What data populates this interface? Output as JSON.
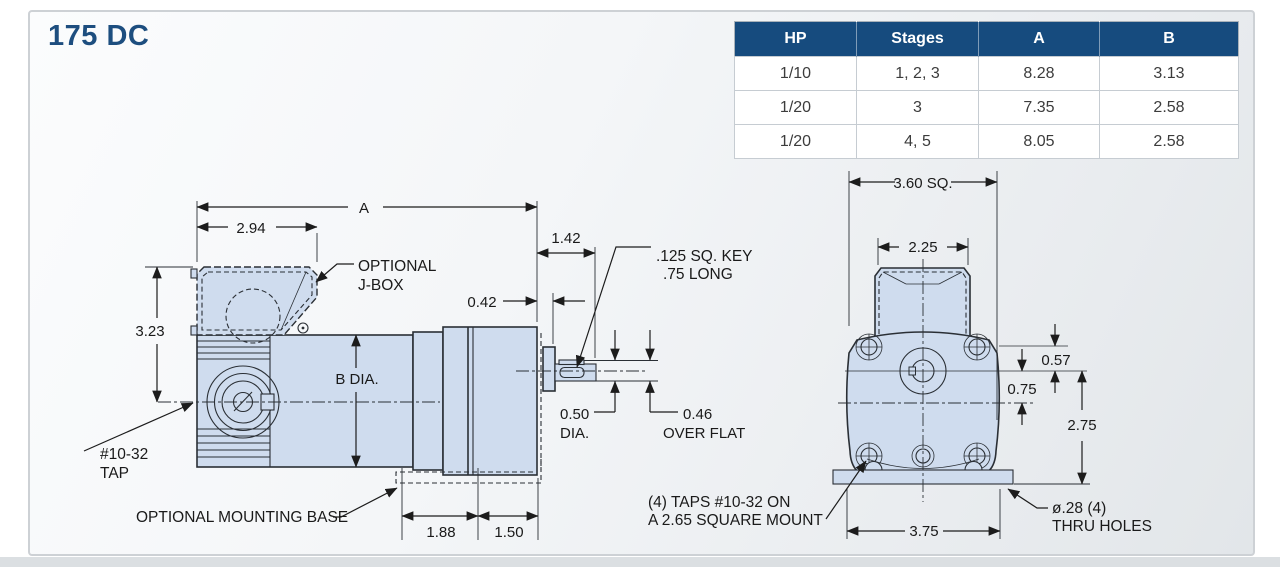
{
  "title": "175 DC",
  "table": {
    "headers": [
      "HP",
      "Stages",
      "A",
      "B"
    ],
    "rows": [
      [
        "1/10",
        "1, 2, 3",
        "8.28",
        "3.13"
      ],
      [
        "1/20",
        "3",
        "7.35",
        "2.58"
      ],
      [
        "1/20",
        "4, 5",
        "8.05",
        "2.58"
      ]
    ]
  },
  "side_view": {
    "dim_a": "A",
    "dim_294": "2.94",
    "dim_323": "3.23",
    "dim_142": "1.42",
    "dim_042": "0.42",
    "label_jbox_1": "OPTIONAL",
    "label_jbox_2": "J-BOX",
    "label_key_1": ".125 SQ. KEY",
    "label_key_2": ".75 LONG",
    "label_bdia": "B DIA.",
    "dim_050": "0.50",
    "dim_050b": "DIA.",
    "dim_046": "0.46",
    "dim_046b": "OVER FLAT",
    "label_tap_1": "#10-32",
    "label_tap_2": "TAP",
    "label_base": "OPTIONAL MOUNTING BASE",
    "dim_188": "1.88",
    "dim_150": "1.50"
  },
  "front_view": {
    "dim_360": "3.60 SQ.",
    "dim_225": "2.25",
    "dim_057": "0.57",
    "dim_075": "0.75",
    "dim_275": "2.75",
    "dim_375": "3.75",
    "label_taps_1": "(4) TAPS #10-32 ON",
    "label_taps_2": "A 2.65 SQUARE MOUNT",
    "label_holes_1": "ø.28 (4)",
    "label_holes_2": "THRU HOLES"
  },
  "colors": {
    "accent_blue": "#164b7e",
    "fill_blue": "#cfdcee",
    "line": "#2a2f35"
  }
}
